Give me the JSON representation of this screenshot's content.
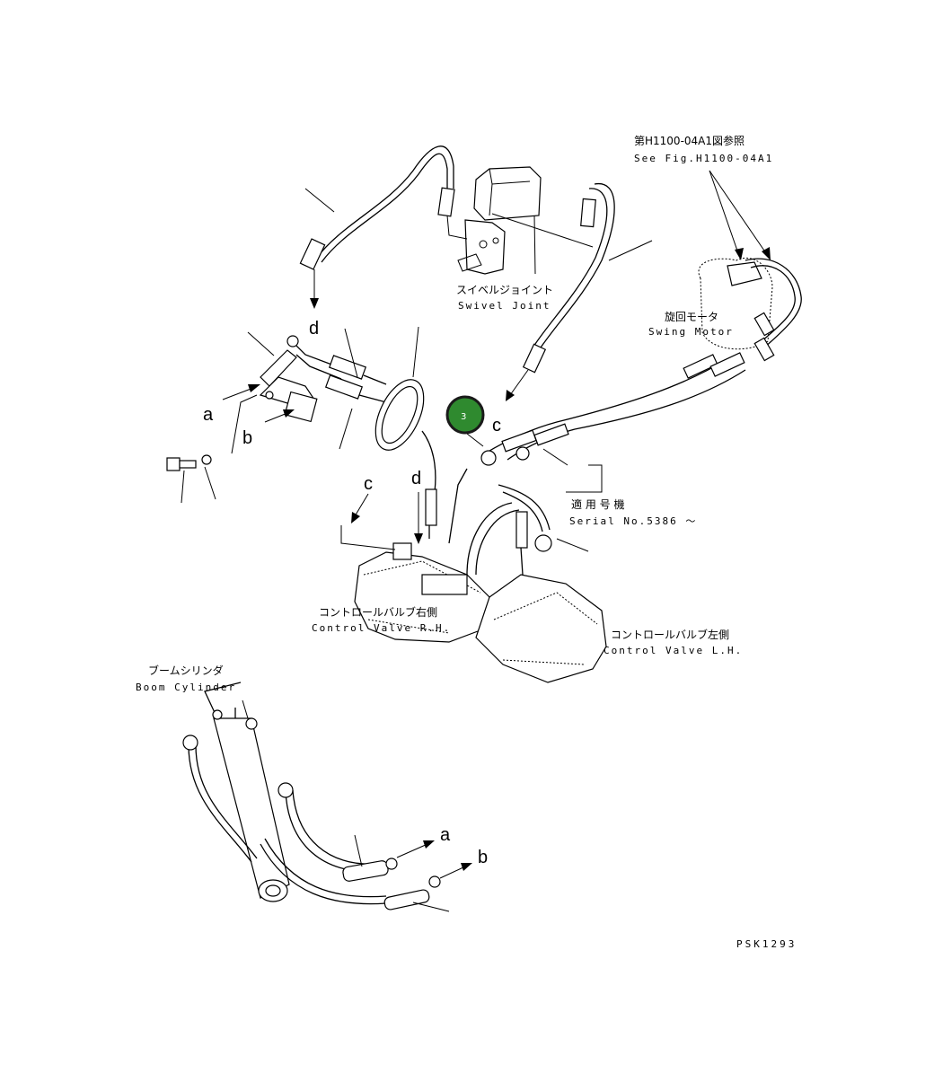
{
  "labels": {
    "ref_jp": "第H1100-04A1図参照",
    "ref_en": "See Fig.H1100-04A1",
    "swivel_jp": "スイベルジョイント",
    "swivel_en": "Swivel Joint",
    "swing_jp": "旋回モータ",
    "swing_en": "Swing Motor",
    "serial_jp": "適 用 号 機",
    "serial_en": "Serial No.5386 ～",
    "cv_rh_jp": "コントロールバルブ右側",
    "cv_rh_en": "Control Valve R.H.",
    "cv_lh_jp": "コントロールバルブ左側",
    "cv_lh_en": "Control Valve L.H.",
    "boom_jp": "ブームシリンダ",
    "boom_en": "Boom Cylinder",
    "drawing_code": "PSK1293"
  },
  "letters": {
    "a": "a",
    "b": "b",
    "c": "c",
    "d": "d"
  },
  "callout": {
    "number": "3",
    "color": "#2f8a2f",
    "ring_color": "#1a1a1a"
  }
}
